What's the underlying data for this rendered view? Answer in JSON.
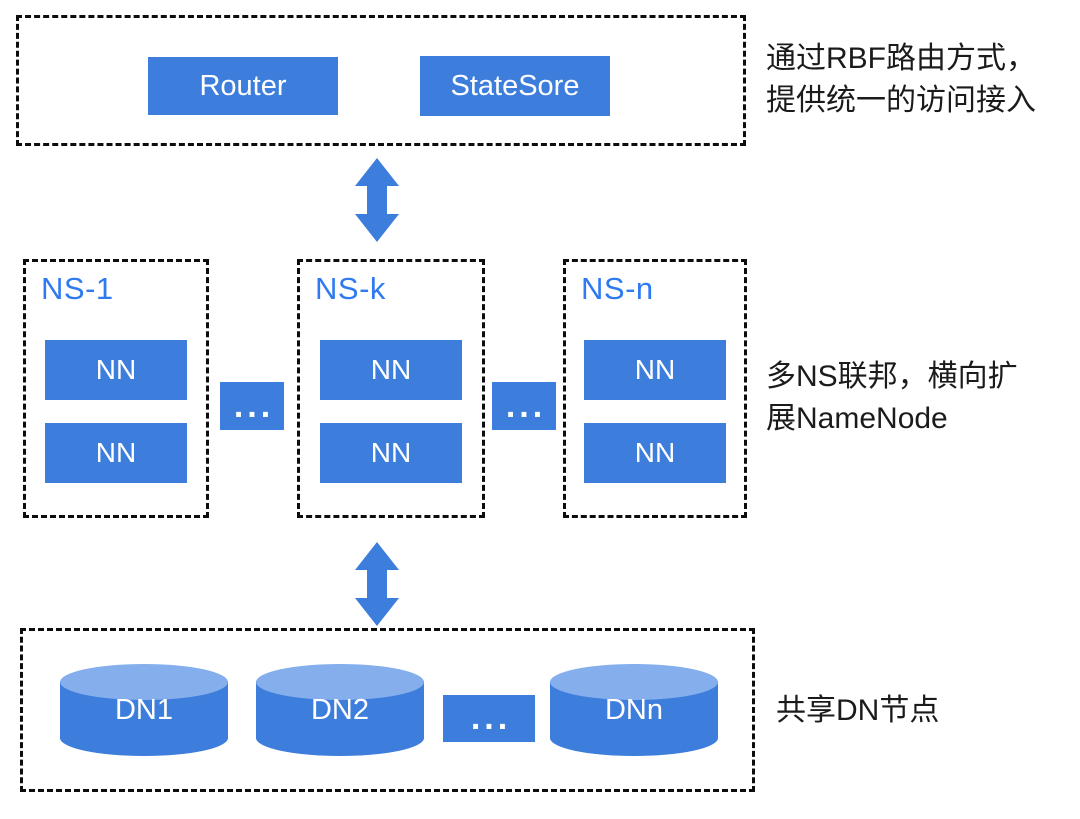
{
  "colors": {
    "primary": "#3d7edc",
    "cylinder-top": "#85aeec",
    "ns-label": "#2f7af0",
    "text": "#1b1b1b",
    "frame": "#0d0d0d"
  },
  "gateway": {
    "router_label": "Router",
    "statestore_label": "StateSore",
    "annotation_line1": "通过RBF路由方式，",
    "annotation_line2": "提供统一的访问接入"
  },
  "federation": {
    "groups": [
      {
        "label": "NS-1",
        "nn1": "NN",
        "nn2": "NN"
      },
      {
        "label": "NS-k",
        "nn1": "NN",
        "nn2": "NN"
      },
      {
        "label": "NS-n",
        "nn1": "NN",
        "nn2": "NN"
      }
    ],
    "ellipsis": "...",
    "annotation_line1": "多NS联邦，横向扩",
    "annotation_line2": "展NameNode"
  },
  "datanodes": {
    "cylinders": [
      "DN1",
      "DN2",
      "DNn"
    ],
    "ellipsis": "...",
    "annotation": "共享DN节点"
  }
}
